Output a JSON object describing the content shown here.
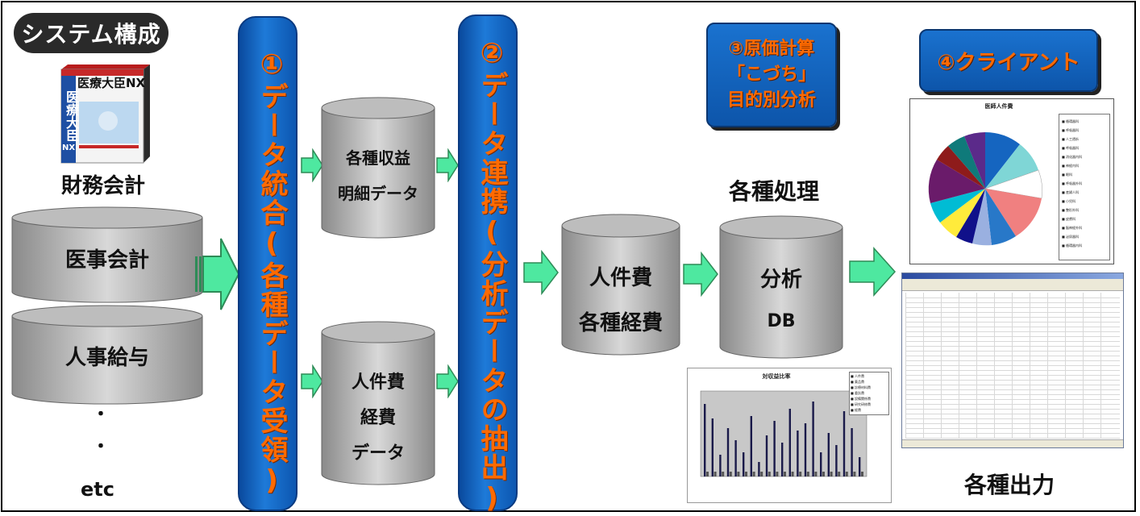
{
  "badge": {
    "text": "システム構成"
  },
  "product_box": {
    "brand": "医療大臣NX",
    "vertical_text": "医療大臣",
    "nx": "NX"
  },
  "sources": {
    "financial": "財務会計",
    "medical": "医事会計",
    "hr": "人事給与",
    "dot1": "・",
    "dot2": "・",
    "etc": "etc"
  },
  "bars": {
    "step1": "①データ統合(各種データ受領)",
    "step2": "②データ連携(分析データの抽出)"
  },
  "cylinders": {
    "revenue": {
      "line1": "各種収益",
      "line2": "明細データ"
    },
    "expense": {
      "line1": "人件費",
      "line2": "経費",
      "line3": "データ"
    },
    "personnel": {
      "line1": "人件費",
      "line2": "各種経費"
    },
    "analysis": {
      "line1": "分析",
      "line2": "DB"
    }
  },
  "boxes": {
    "cost": {
      "line1": "③原価計算",
      "line2": "「こづち」",
      "line3": "目的別分析"
    },
    "client": {
      "line1": "④クライアント"
    }
  },
  "labels": {
    "processing": "各種処理",
    "output": "各種出力"
  },
  "pie_chart": {
    "title": "医師人件費",
    "legend": [
      "循環器科",
      "呼吸器科",
      "人工透析",
      "呼吸器科",
      "消化器内科",
      "神経内科",
      "眼科",
      "呼吸器外科",
      "産婦人科",
      "小児科",
      "整形外科",
      "皮膚科",
      "脳神経外科",
      "泌尿器科",
      "循環器内科"
    ]
  },
  "bar_chart": {
    "title": "対収益比率",
    "legend": [
      "人件費",
      "薬品費",
      "診療材料費",
      "委託費",
      "設備関係費",
      "研究研修費",
      "経費"
    ]
  },
  "colors": {
    "accent_orange": "#ff6a00",
    "bar_blue": "#1565c0",
    "arrow_green": "#4ee8a0"
  }
}
